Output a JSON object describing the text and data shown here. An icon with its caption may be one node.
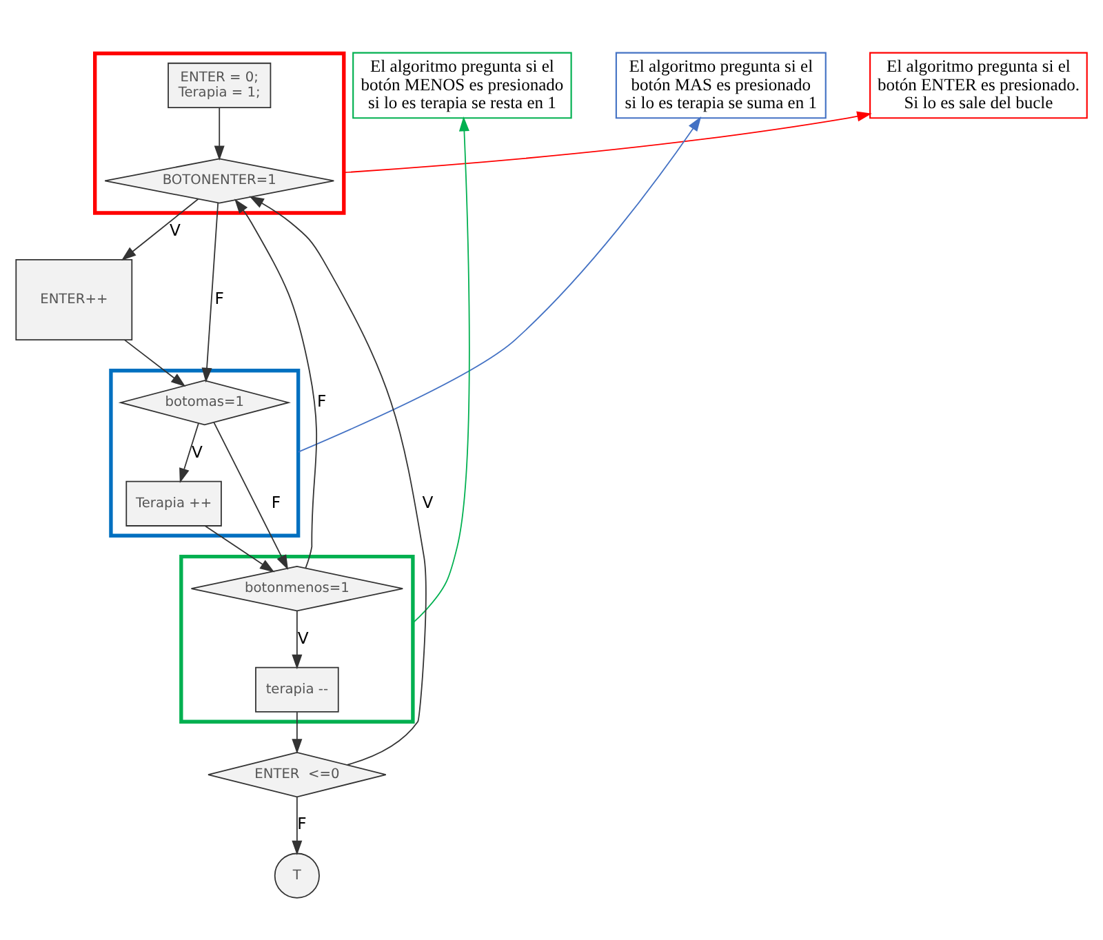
{
  "diagram": {
    "nodes": [
      {
        "text": [],
        "shape": "box"
      },
      {
        "text": [
          "ENTER = 0;",
          "Terapia = 1;"
        ],
        "in": 0
      },
      {
        "text": [
          "BOTONENTER=1"
        ],
        "in": 0
      },
      {
        "text": [
          "ENTER++"
        ]
      },
      {
        "text": [
          "El algoritmo pregunta si el botón ENTER es presionado.",
          "Si lo es sale del bucle"
        ]
      },
      {
        "text": [],
        "shape": "box"
      },
      {
        "text": [
          "botomas=1"
        ],
        "in": 5
      },
      {
        "text": [
          "Terapia ++"
        ],
        "in": 5
      },
      {
        "text": [
          "El algoritmo pregunta si el botón MAS es presionado",
          "si lo es terapia se suma en 1"
        ]
      },
      {
        "text": [],
        "shape": "box"
      },
      {
        "text": [
          "botonmenos=1"
        ],
        "in": 9
      },
      {
        "text": [
          "terapia --"
        ],
        "in": 9
      },
      {
        "text": [
          "El algoritmo pregunta si el botón MENOS es presionado",
          "si lo es terapia se resta en 1"
        ]
      },
      {
        "text": [
          "ENTER  <=0"
        ]
      },
      {
        "text": [
          "T"
        ]
      }
    ],
    "edges": [
      {
        "from": 1,
        "to": 2,
        "arrow": "to"
      },
      {
        "from": 2,
        "to": 3,
        "arrow": "to",
        "label": "V"
      },
      {
        "from": 2,
        "to": 6,
        "arrow": "to",
        "label": "F"
      },
      {
        "from": 3,
        "to": 6,
        "arrow": "to"
      },
      {
        "from": 6,
        "to": 7,
        "arrow": "to",
        "label": "V"
      },
      {
        "from": 6,
        "to": 10,
        "arrow": "to",
        "label": "F"
      },
      {
        "from": 7,
        "to": 10,
        "arrow": "to"
      },
      {
        "from": 10,
        "to": 2,
        "arrow": "to",
        "label": "F"
      },
      {
        "from": 10,
        "to": 11,
        "arrow": "to",
        "label": "V"
      },
      {
        "from": 11,
        "to": 13,
        "arrow": "to"
      },
      {
        "from": 13,
        "to": 2,
        "arrow": "to",
        "label": "V"
      },
      {
        "from": 13,
        "to": 14,
        "arrow": "to",
        "label": "F"
      },
      {
        "from": 0,
        "to": 4,
        "arrow": "to",
        "color": "#ff0000"
      },
      {
        "from": 5,
        "to": 8,
        "arrow": "to",
        "color": "#4472c4"
      },
      {
        "from": 9,
        "to": 12,
        "arrow": "to",
        "color": "#00b050"
      }
    ]
  }
}
